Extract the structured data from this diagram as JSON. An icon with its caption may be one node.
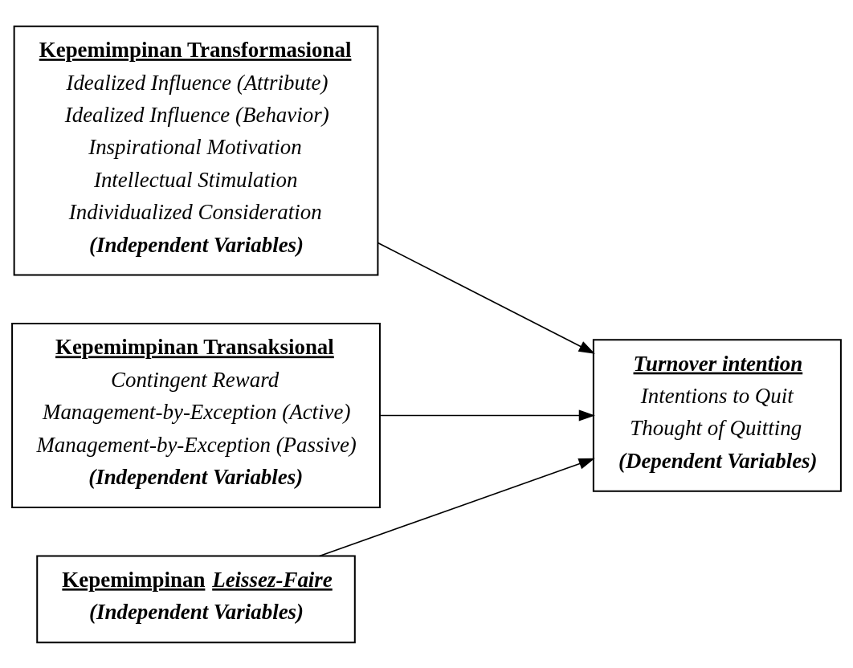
{
  "diagram": {
    "nodes": [
      {
        "text": [
          "Kepemimpinan Transformasional",
          "Idealized Influence (Attribute)",
          "Idealized Influence (Behavior)",
          "Inspirational Motivation",
          "Intellectual Stimulation",
          "Individualized Consideration",
          "(Independent Variables)"
        ]
      },
      {
        "text": [
          "Kepemimpinan Transaksional",
          "Contingent Reward",
          "Management-by-Exception (Active)",
          "Management-by-Exception (Passive)",
          "(Independent Variables)"
        ]
      },
      {
        "text": [
          "Kepemimpinan *Leissez-Faire*",
          "(Independent Variables)"
        ]
      },
      {
        "text": [
          "Turnover intention",
          "Intentions to Quit",
          "Thought of Quitting",
          "(Dependent Variables)"
        ]
      }
    ],
    "edges": [
      {
        "from": 0,
        "to": 3,
        "arrow": "to"
      },
      {
        "from": 1,
        "to": 3,
        "arrow": "to"
      },
      {
        "from": 2,
        "to": 3,
        "arrow": "to"
      }
    ]
  }
}
